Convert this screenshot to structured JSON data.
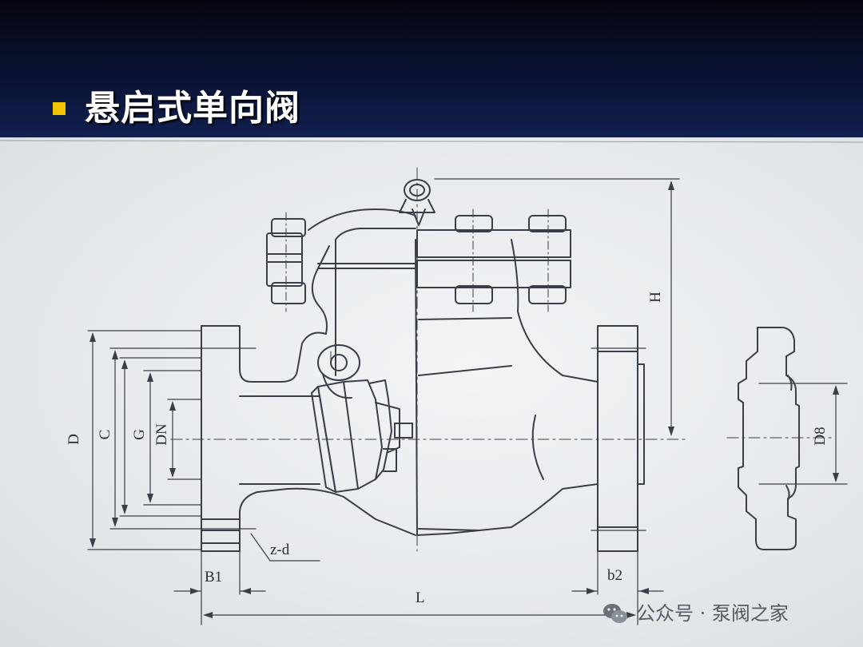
{
  "slide": {
    "title": "悬启式单向阀"
  },
  "diagram": {
    "labels": {
      "D": "D",
      "C": "C",
      "G": "G",
      "DN": "DN",
      "H": "H",
      "D8": "D8",
      "zd": "z-d",
      "b1": "B1",
      "b2": "b2",
      "L": "L"
    }
  },
  "watermark": {
    "text": "公众号 · 泵阀之家",
    "icon": "wechat-icon"
  }
}
